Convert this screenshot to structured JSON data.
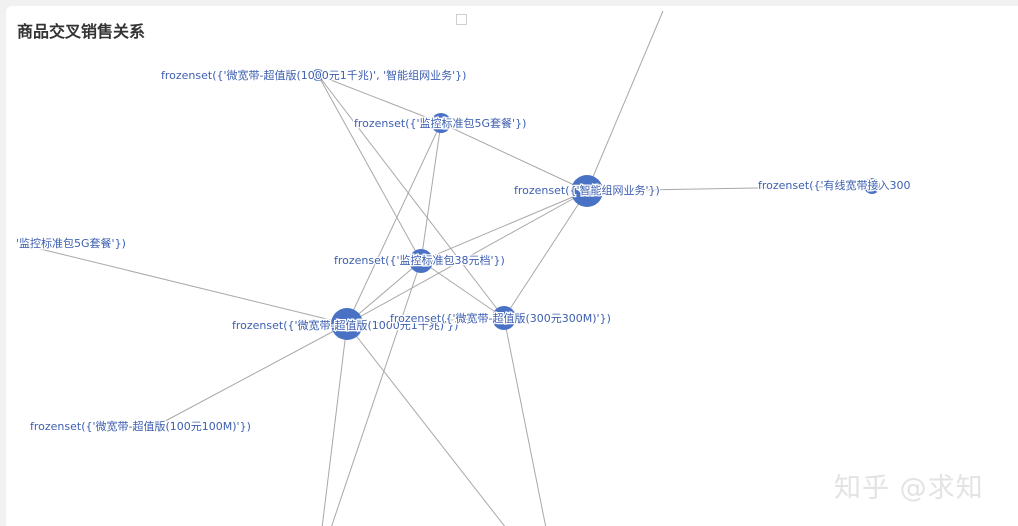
{
  "chart_data": {
    "type": "network",
    "title": "商品交叉销售关系",
    "node_color": "#4a72c4",
    "label_color": "#3d5fb0",
    "edge_color": "#a8a8a8",
    "nodes": [
      {
        "id": "n0",
        "label": "frozenset({'微宽带-超值版(1000元1千兆)', '智能组网业务'})"
      },
      {
        "id": "n1",
        "label": "frozenset({'监控标准包5G套餐'})"
      },
      {
        "id": "n2",
        "label": "frozenset({'智能组网业务'})"
      },
      {
        "id": "n3",
        "label": "frozenset({'有线宽带接入300"
      },
      {
        "id": "n4",
        "label": "'监控标准包5G套餐'})"
      },
      {
        "id": "n5",
        "label": "frozenset({'监控标准包38元档'})"
      },
      {
        "id": "n6",
        "label": "frozenset({'微宽带-超值版(1000元1千兆)'})"
      },
      {
        "id": "n7",
        "label": "frozenset({'微宽带-超值版(300元300M)'})"
      },
      {
        "id": "n8",
        "label": "frozenset({'微宽带-超值版(100元100M)'})"
      }
    ],
    "edges": [
      [
        "n0",
        "n1"
      ],
      [
        "n0",
        "n5"
      ],
      [
        "n0",
        "n7"
      ],
      [
        "n1",
        "n2"
      ],
      [
        "n1",
        "n6"
      ],
      [
        "n1",
        "n5"
      ],
      [
        "n2",
        "n3"
      ],
      [
        "n2",
        "n5"
      ],
      [
        "n2",
        "n6"
      ],
      [
        "n2",
        "n7"
      ],
      [
        "n5",
        "n6"
      ],
      [
        "n5",
        "n7"
      ],
      [
        "n6",
        "n7"
      ],
      [
        "n4",
        "n6"
      ],
      [
        "n8",
        "n6"
      ]
    ]
  },
  "watermark": "知乎 @求知"
}
